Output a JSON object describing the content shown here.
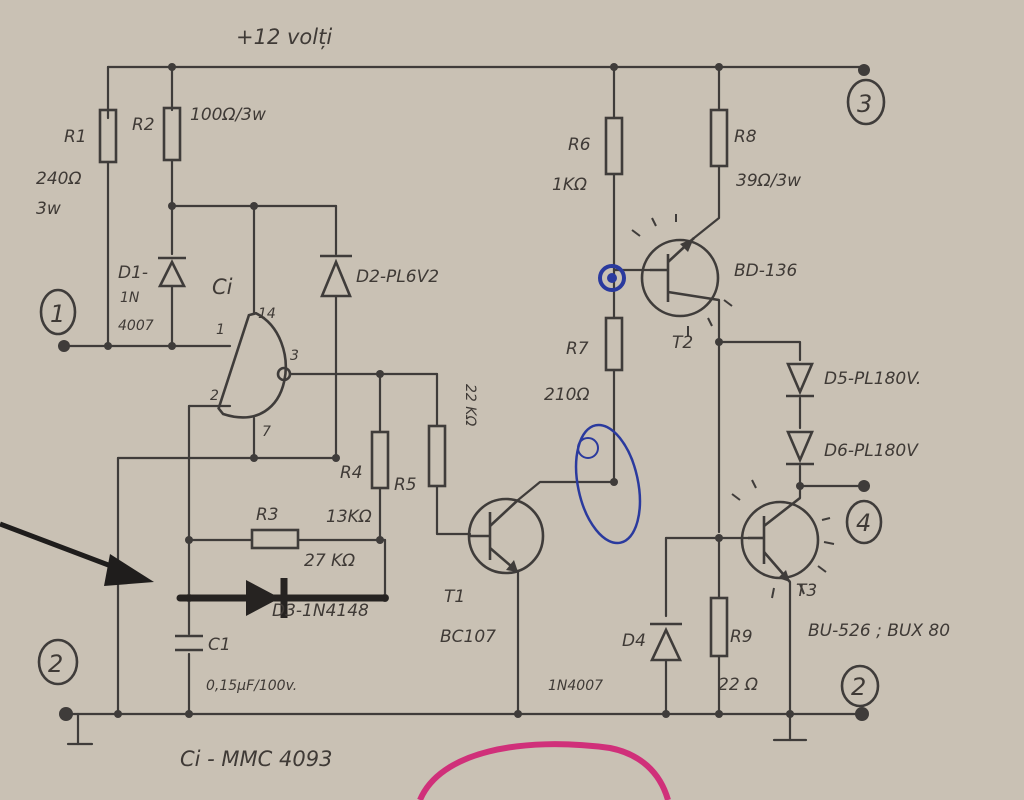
{
  "diagram": {
    "supply": "+12 volți",
    "terminals": {
      "t1": "1",
      "t2a": "2",
      "t2b": "2",
      "t3": "3",
      "t4": "4"
    },
    "resistors": {
      "R1": {
        "name": "R1",
        "value": "240Ω",
        "power": "3w"
      },
      "R2": {
        "name": "R2",
        "value": "100Ω/3w"
      },
      "R3": {
        "name": "R3",
        "value": "27 KΩ"
      },
      "R4": {
        "name": "R4",
        "value": "13KΩ"
      },
      "R5": {
        "name": "R5",
        "value": "22 KΩ"
      },
      "R6": {
        "name": "R6",
        "value": "1KΩ"
      },
      "R7": {
        "name": "R7",
        "value": "210Ω"
      },
      "R8": {
        "name": "R8",
        "value": "39Ω/3w"
      },
      "R9": {
        "name": "R9",
        "value": "22 Ω"
      }
    },
    "diodes": {
      "D1": {
        "label": "D1-",
        "part_a": "1N",
        "part_b": "4007"
      },
      "D2": {
        "label": "D2-PL6V2"
      },
      "D3": {
        "label": "D3-1N4148"
      },
      "D4": {
        "label": "D4",
        "part": "1N4007"
      },
      "D5": {
        "label": "D5-PL180V."
      },
      "D6": {
        "label": "D6-PL180V"
      }
    },
    "capacitor": {
      "name": "C1",
      "value": "0,15µF/100v."
    },
    "ic": {
      "name": "Ci",
      "pins": {
        "p1": "1",
        "p2": "2",
        "p3": "3",
        "p7": "7",
        "p14": "14"
      }
    },
    "transistors": {
      "T1": {
        "name": "T1",
        "part": "BC107"
      },
      "T2": {
        "name": "T2",
        "part": "BD-136"
      },
      "T3": {
        "name": "T3",
        "part": "BU-526 ; BUX 80"
      }
    },
    "footer": "Ci - MMC 4093"
  },
  "colors": {
    "paper": "#c9c1b4",
    "ink": "#3f3c3a",
    "blue_marker": "#2a3a9e",
    "pink_marker": "#d0307a"
  }
}
